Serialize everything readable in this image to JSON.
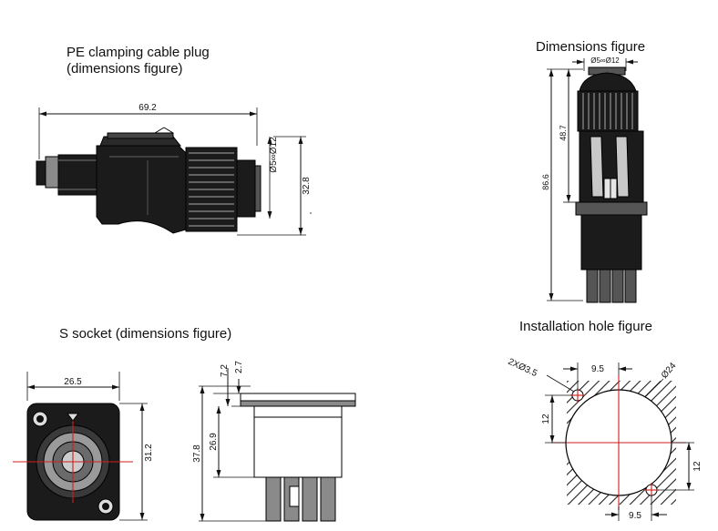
{
  "titles": {
    "plug": "PE clamping cable plug",
    "plug_sub": "(dimensions figure)",
    "dimensions": "Dimensions figure",
    "socket": "S socket (dimensions figure)",
    "install": "Installation hole figure"
  },
  "plug_dims": {
    "length": "69.2",
    "cable": "Ø5∞Ø12",
    "height": "32.8"
  },
  "side_dims": {
    "cable": "Ø5∞Ø12",
    "upper": "48.7",
    "total": "86.6"
  },
  "socket_front_dims": {
    "width": "26.5",
    "height": "31.2"
  },
  "socket_side_dims": {
    "a": "7.2",
    "b": "2.7",
    "total": "37.8",
    "body": "26.9"
  },
  "install_dims": {
    "holes": "2XØ3.5",
    "diameter": "Ø24",
    "top_offset": "9.5",
    "bottom_offset": "9.5",
    "left_offset": "12",
    "right_offset": "12"
  }
}
